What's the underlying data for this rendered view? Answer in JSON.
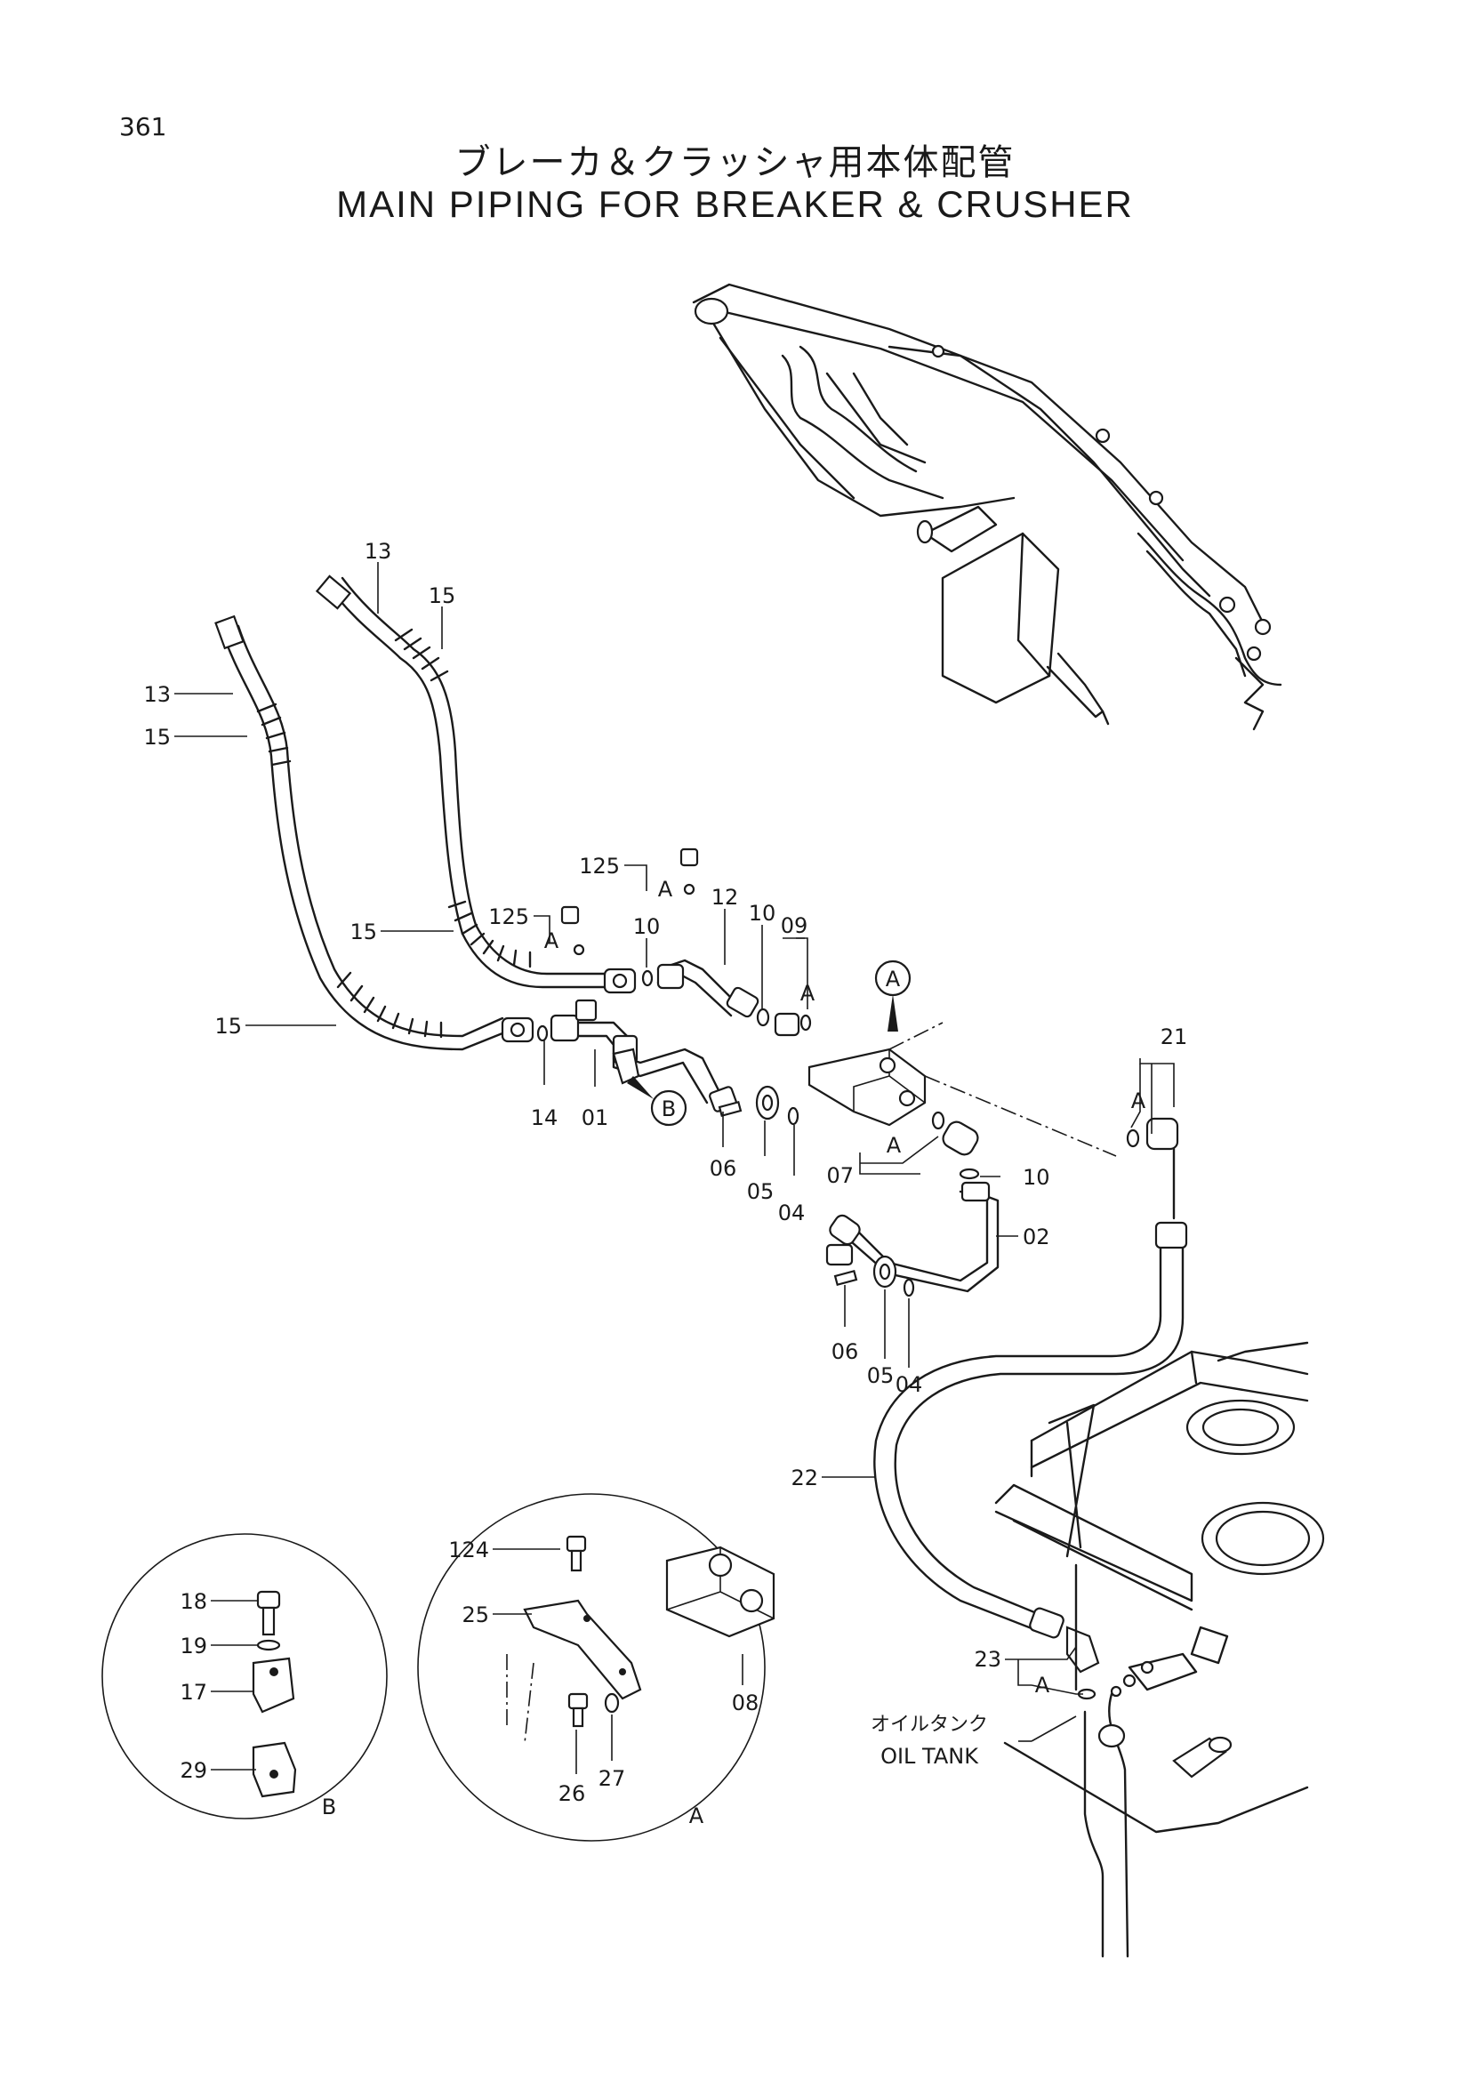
{
  "page_number": "361",
  "title_jp": "ブレーカ＆クラッシャ用本体配管",
  "title_en": "MAIN PIPING FOR BREAKER & CRUSHER",
  "detail_markers": {
    "a": "A",
    "b": "B"
  },
  "callouts": {
    "c13a": "13",
    "c15a": "15",
    "c13b": "13",
    "c15b": "15",
    "c15c": "15",
    "c15d": "15",
    "c125a": "125",
    "c125b": "125",
    "cA1": "A",
    "cA2": "A",
    "cA3": "A",
    "cA4": "A",
    "cA5": "A",
    "cA6": "A",
    "c10a": "10",
    "c12": "12",
    "c10b": "10",
    "c09": "09",
    "c14": "14",
    "c01": "01",
    "c06a": "06",
    "c05a": "05",
    "c04a": "04",
    "c07": "07",
    "c10c": "10",
    "c02": "02",
    "c21": "21",
    "c06b": "06",
    "c05b": "05",
    "c04b": "04",
    "c22": "22",
    "c23": "23",
    "c124": "124",
    "c25": "25",
    "c08": "08",
    "c26": "26",
    "c27": "27",
    "c18": "18",
    "c19": "19",
    "c17": "17",
    "c29": "29",
    "detailA": "A",
    "detailB": "B"
  },
  "oil_tank_jp": "オイルタンク",
  "oil_tank_en": "OIL  TANK"
}
